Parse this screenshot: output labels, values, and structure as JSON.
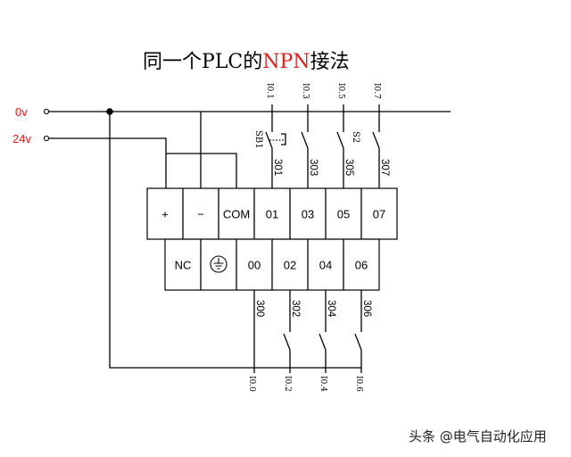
{
  "title": {
    "prefix": "同一个PLC的",
    "highlight": "NPN",
    "suffix": "接法"
  },
  "supply": {
    "zero_v_label": "0v",
    "plus_24v_label": "24v"
  },
  "terminal_block": {
    "top_row": [
      "+",
      "−",
      "COM",
      "01",
      "03",
      "05",
      "07"
    ],
    "bottom_row": [
      "NC",
      "00",
      "02",
      "04",
      "06"
    ],
    "ground_icon": "ground-icon"
  },
  "inputs_top": [
    {
      "address": "I0.1",
      "wire": "301",
      "device": "SB1"
    },
    {
      "address": "I0.3",
      "wire": "303"
    },
    {
      "address": "I0.5",
      "wire": "305",
      "device": "S2"
    },
    {
      "address": "I0.7",
      "wire": "307"
    }
  ],
  "inputs_bottom": [
    {
      "address": "I0.0",
      "wire": "300"
    },
    {
      "address": "I0.2",
      "wire": "302"
    },
    {
      "address": "I0.4",
      "wire": "304"
    },
    {
      "address": "I0.6",
      "wire": "306"
    }
  ],
  "colors": {
    "accent": "#e0201c",
    "line": "#000000"
  },
  "watermark": "头条 @电气自动化应用"
}
